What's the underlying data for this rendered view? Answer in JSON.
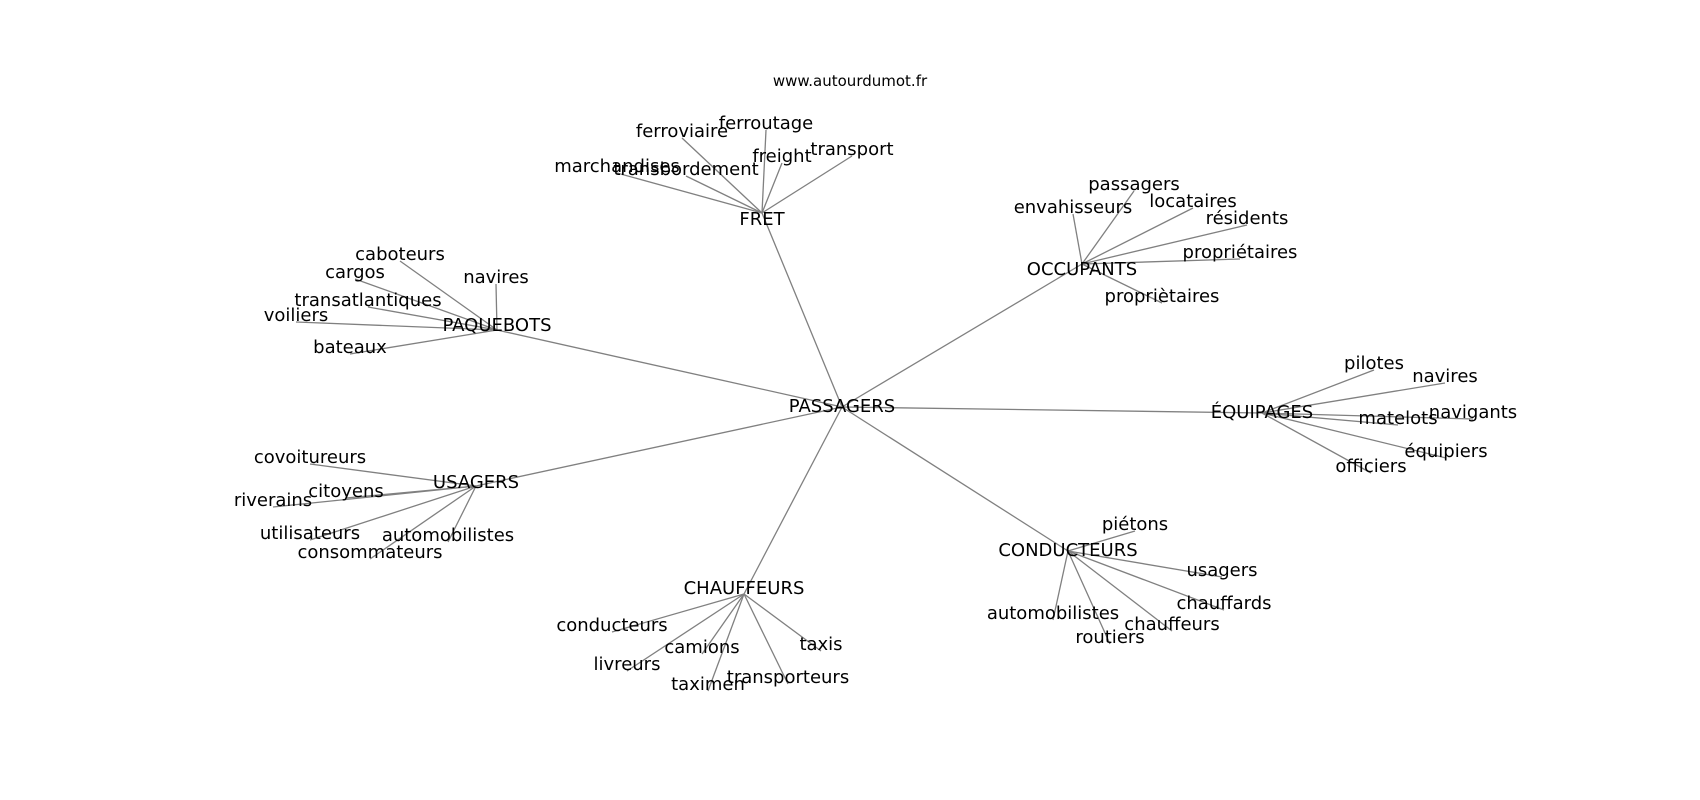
{
  "source": "www.autourdumot.fr",
  "graph": {
    "root": "PASSAGERS",
    "clusters": [
      {
        "hub": "FRET",
        "leaves": [
          "ferroviaire",
          "ferroutage",
          "transport",
          "freight",
          "marchandises",
          "transbordement"
        ]
      },
      {
        "hub": "OCCUPANTS",
        "leaves": [
          "passagers",
          "envahisseurs",
          "locataires",
          "résidents",
          "propriétaires",
          "propriètaires"
        ]
      },
      {
        "hub": "PAQUEBOTS",
        "leaves": [
          "caboteurs",
          "cargos",
          "navires",
          "transatlantiques",
          "voiliers",
          "bateaux"
        ]
      },
      {
        "hub": "ÉQUIPAGES",
        "leaves": [
          "pilotes",
          "navires",
          "navigants",
          "matelots",
          "équipiers",
          "officiers"
        ]
      },
      {
        "hub": "USAGERS",
        "leaves": [
          "covoitureurs",
          "citoyens",
          "riverains",
          "utilisateurs",
          "automobilistes",
          "consommateurs"
        ]
      },
      {
        "hub": "CONDUCTEURS",
        "leaves": [
          "piétons",
          "usagers",
          "chauffards",
          "chauffeurs",
          "automobilistes",
          "routiers"
        ]
      },
      {
        "hub": "CHAUFFEURS",
        "leaves": [
          "conducteurs",
          "livreurs",
          "camions",
          "taxis",
          "transporteurs",
          "taximen"
        ]
      }
    ]
  }
}
